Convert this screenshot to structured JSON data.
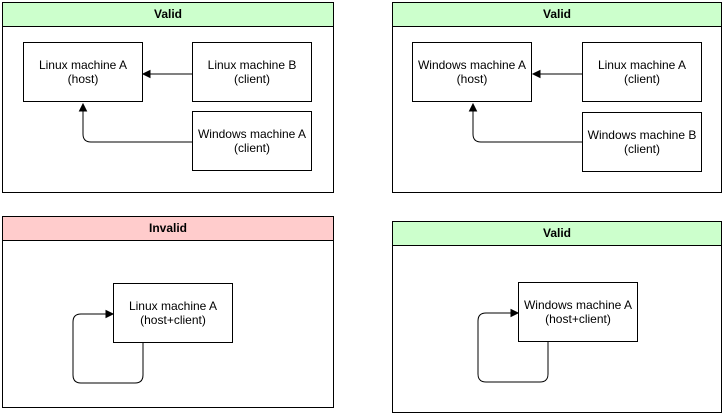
{
  "colors": {
    "valid_header": "#ccffcc",
    "invalid_header": "#ffcccc",
    "border": "#000000"
  },
  "panels": [
    {
      "status": "Valid",
      "nodes": [
        {
          "name": "Linux machine A",
          "role": "(host)"
        },
        {
          "name": "Linux machine B",
          "role": "(client)"
        },
        {
          "name": "Windows machine A",
          "role": "(client)"
        }
      ]
    },
    {
      "status": "Valid",
      "nodes": [
        {
          "name": "Windows machine A",
          "role": "(host)"
        },
        {
          "name": "Linux machine A",
          "role": "(client)"
        },
        {
          "name": "Windows machine B",
          "role": "(client)"
        }
      ]
    },
    {
      "status": "Invalid",
      "nodes": [
        {
          "name": "Linux machine A",
          "role": "(host+client)"
        }
      ]
    },
    {
      "status": "Valid",
      "nodes": [
        {
          "name": "Windows machine A",
          "role": "(host+client)"
        }
      ]
    }
  ]
}
